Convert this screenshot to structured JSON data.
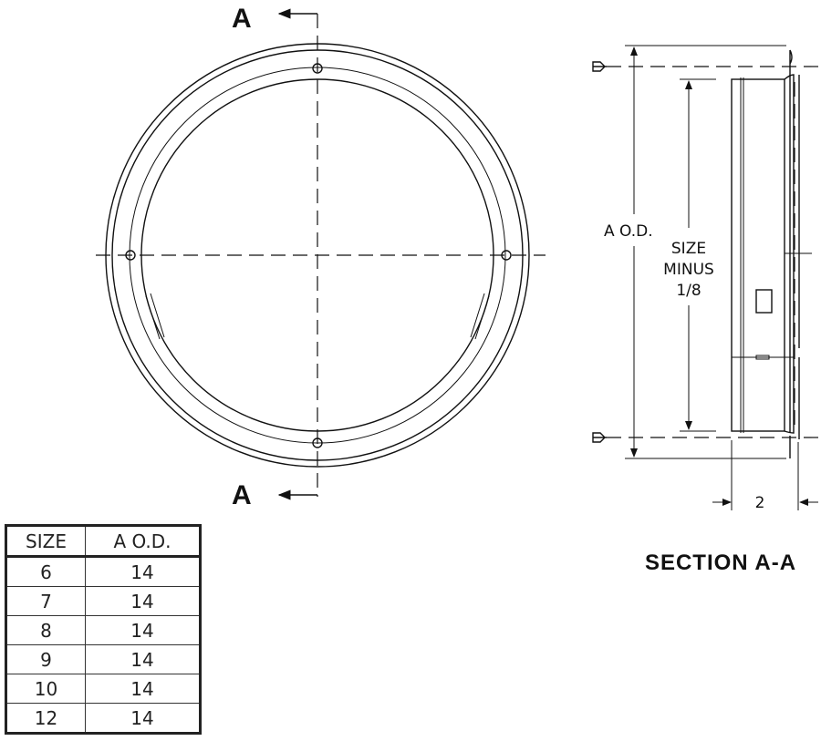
{
  "plan_view": {
    "section_marker": "A"
  },
  "section_view": {
    "title": "SECTION A-A",
    "dim_outer": "A O.D.",
    "dim_inner_lines": [
      "SIZE",
      "MINUS",
      "1/8"
    ],
    "dim_depth": "2"
  },
  "table": {
    "headers": [
      "SIZE",
      "A O.D."
    ],
    "rows": [
      [
        "6",
        "14"
      ],
      [
        "7",
        "14"
      ],
      [
        "8",
        "14"
      ],
      [
        "9",
        "14"
      ],
      [
        "10",
        "14"
      ],
      [
        "12",
        "14"
      ]
    ]
  }
}
